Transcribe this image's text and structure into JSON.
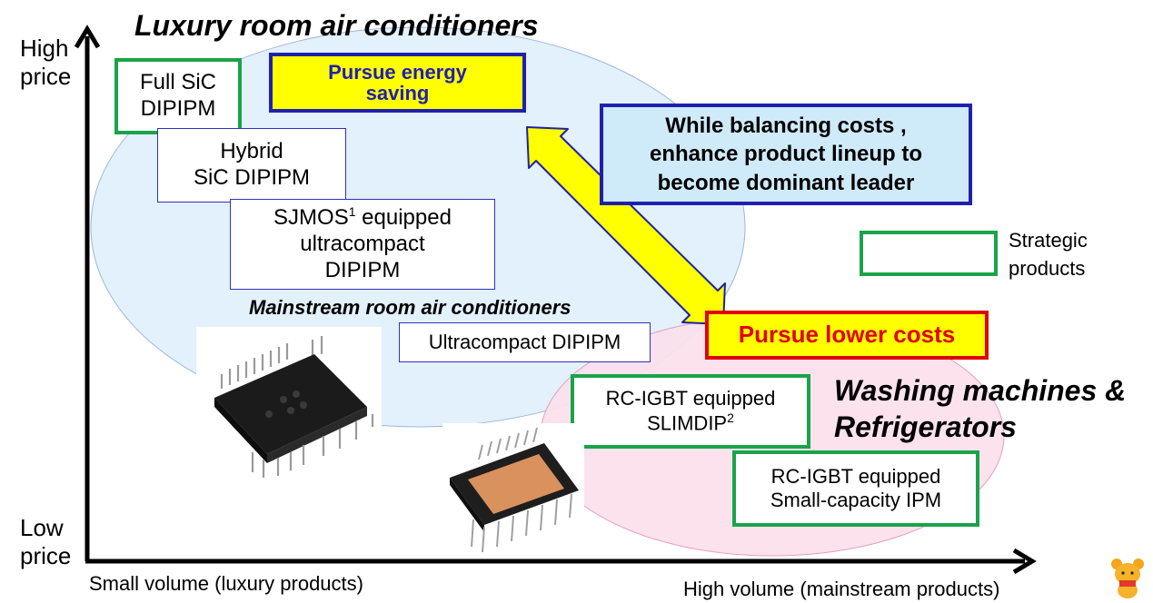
{
  "headings": {
    "luxury": "Luxury room air conditioners",
    "mainstream": "Mainstream room air conditioners",
    "washing": "Washing machines &",
    "refrigerators": "Refrigerators"
  },
  "y_axis": {
    "high_line1": "High",
    "high_line2": "price",
    "low_line1": "Low",
    "low_line2": "price"
  },
  "x_axis": {
    "low": "Small volume (luxury products)",
    "high": "High volume (mainstream products)"
  },
  "products": {
    "full_sic_1": "Full SiC",
    "full_sic_2": "DIPIPM",
    "hybrid_1": "Hybrid",
    "hybrid_2": "SiC DIPIPM",
    "sjmos_1": "SJMOS",
    "sjmos_sup": "1",
    "sjmos_1b": " equipped",
    "sjmos_2": "ultracompact",
    "sjmos_3": "DIPIPM",
    "ultracompact": "Ultracompact DIPIPM",
    "rc_slim_1": "RC-IGBT equipped",
    "rc_slim_2": "SLIMDIP",
    "rc_slim_sup": "2",
    "rc_ipm_1": "RC-IGBT equipped",
    "rc_ipm_2": "Small-capacity IPM"
  },
  "callouts": {
    "energy_1": "Pursue energy",
    "energy_2": "saving",
    "balance_1": "While balancing costs ,",
    "balance_2": "enhance product lineup to",
    "balance_3": "become dominant leader",
    "lower_costs": "Pursue lower costs"
  },
  "legend": {
    "line1": "Strategic",
    "line2": "products"
  },
  "colors": {
    "strategic_border": "#1aa34a",
    "callout_fill": "#ffff00",
    "lower_costs_text": "#e00000",
    "lower_costs_border": "#e00000",
    "energy_text": "#2020b0",
    "luxury_ellipse": "#dff0fb",
    "washing_ellipse": "#fbe0ec"
  }
}
